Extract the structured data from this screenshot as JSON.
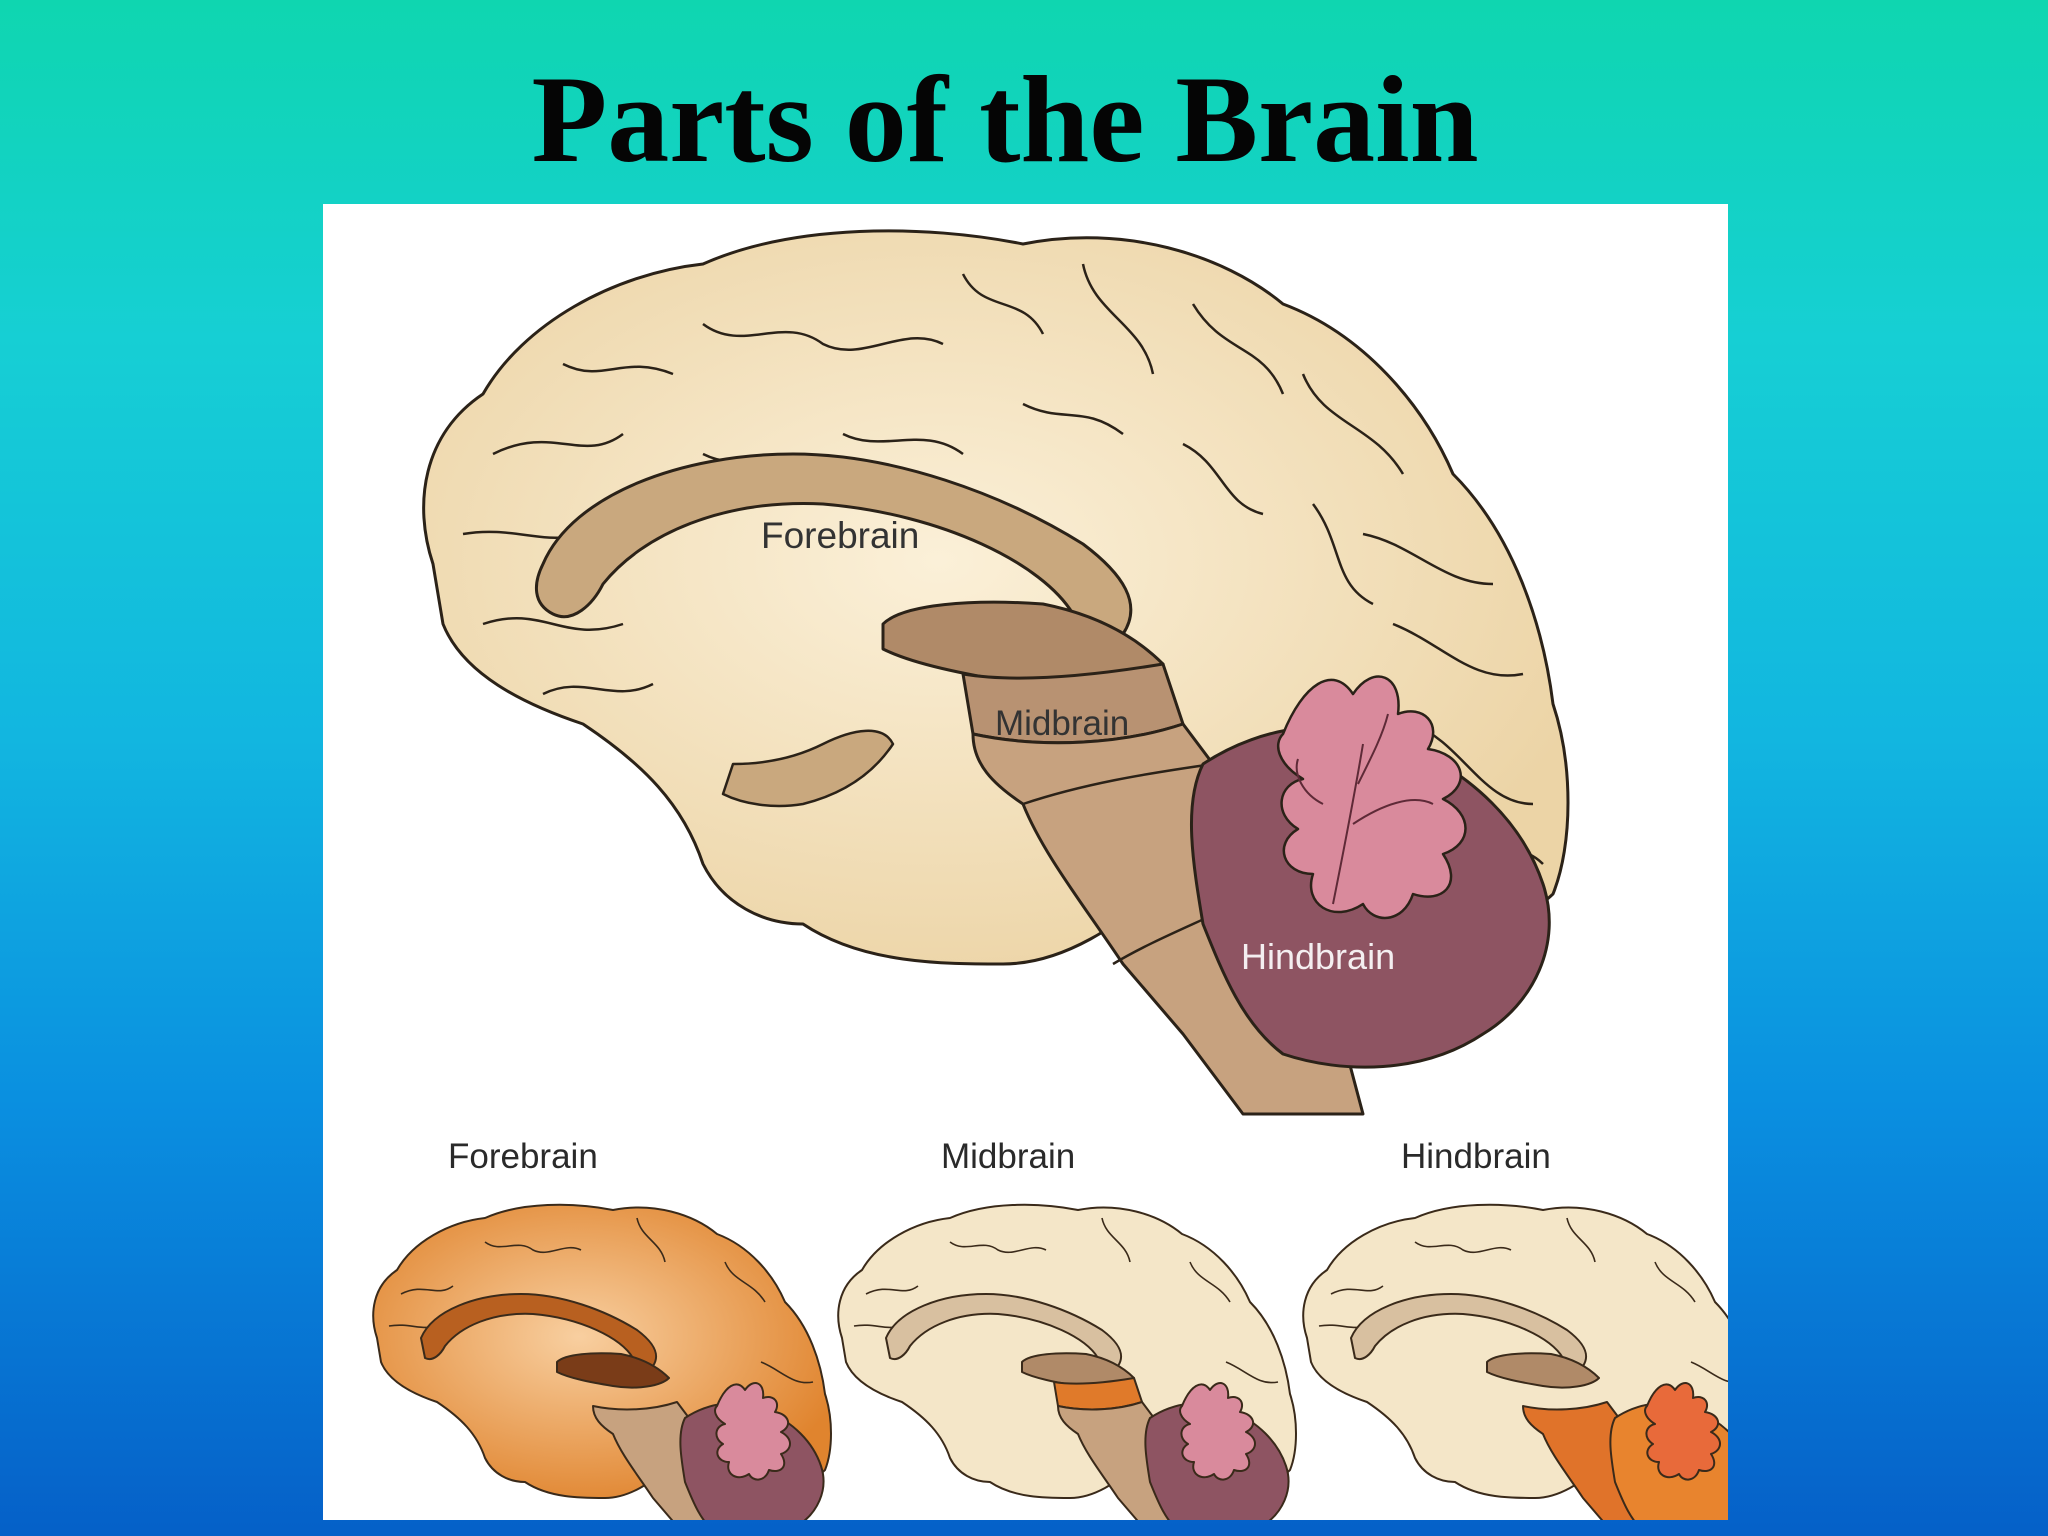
{
  "slide": {
    "title": "Parts of the Brain"
  },
  "diagram": {
    "main_labels": {
      "forebrain": "Forebrain",
      "midbrain": "Midbrain",
      "hindbrain": "Hindbrain"
    },
    "panels": [
      {
        "caption": "Forebrain",
        "highlight_color": "#e8923a"
      },
      {
        "caption": "Midbrain",
        "highlight_color": "#e07a2a"
      },
      {
        "caption": "Hindbrain",
        "highlight_color": "#e0732a"
      }
    ],
    "colors": {
      "cortex": "#f2dfb8",
      "forebrain_inner": "#c9a87e",
      "midbrain": "#b08a68",
      "brainstem": "#c7a27f",
      "hindbrain": "#8e5462",
      "cerebellum_tree": "#d98a9c"
    }
  }
}
